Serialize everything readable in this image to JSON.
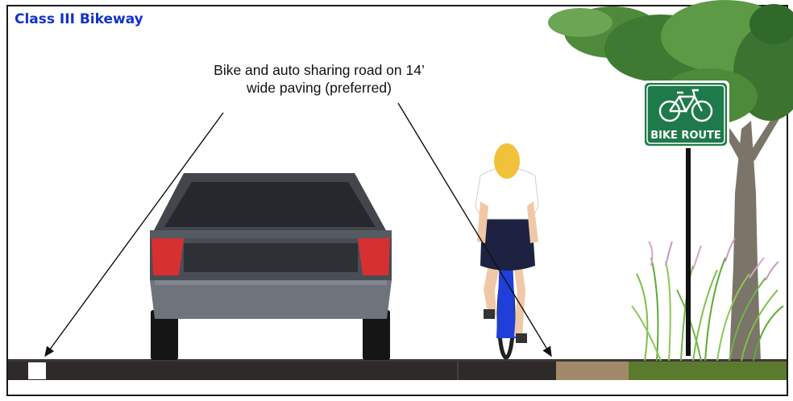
{
  "title": "Class III Bikeway",
  "caption": {
    "line1": "Bike and auto sharing road on 14’",
    "line2": "wide paving (preferred)"
  },
  "sign": {
    "text": "BIKE ROUTE",
    "color": "#1f7a4a"
  },
  "colors": {
    "title": "#1232c8",
    "pavement": "#2e2a2a",
    "car_body": "#3a3d44",
    "tail_light": "#d63030",
    "jersey": "#ffffff",
    "bike_frame": "#1f3fd8",
    "hair": "#f2c13a"
  }
}
